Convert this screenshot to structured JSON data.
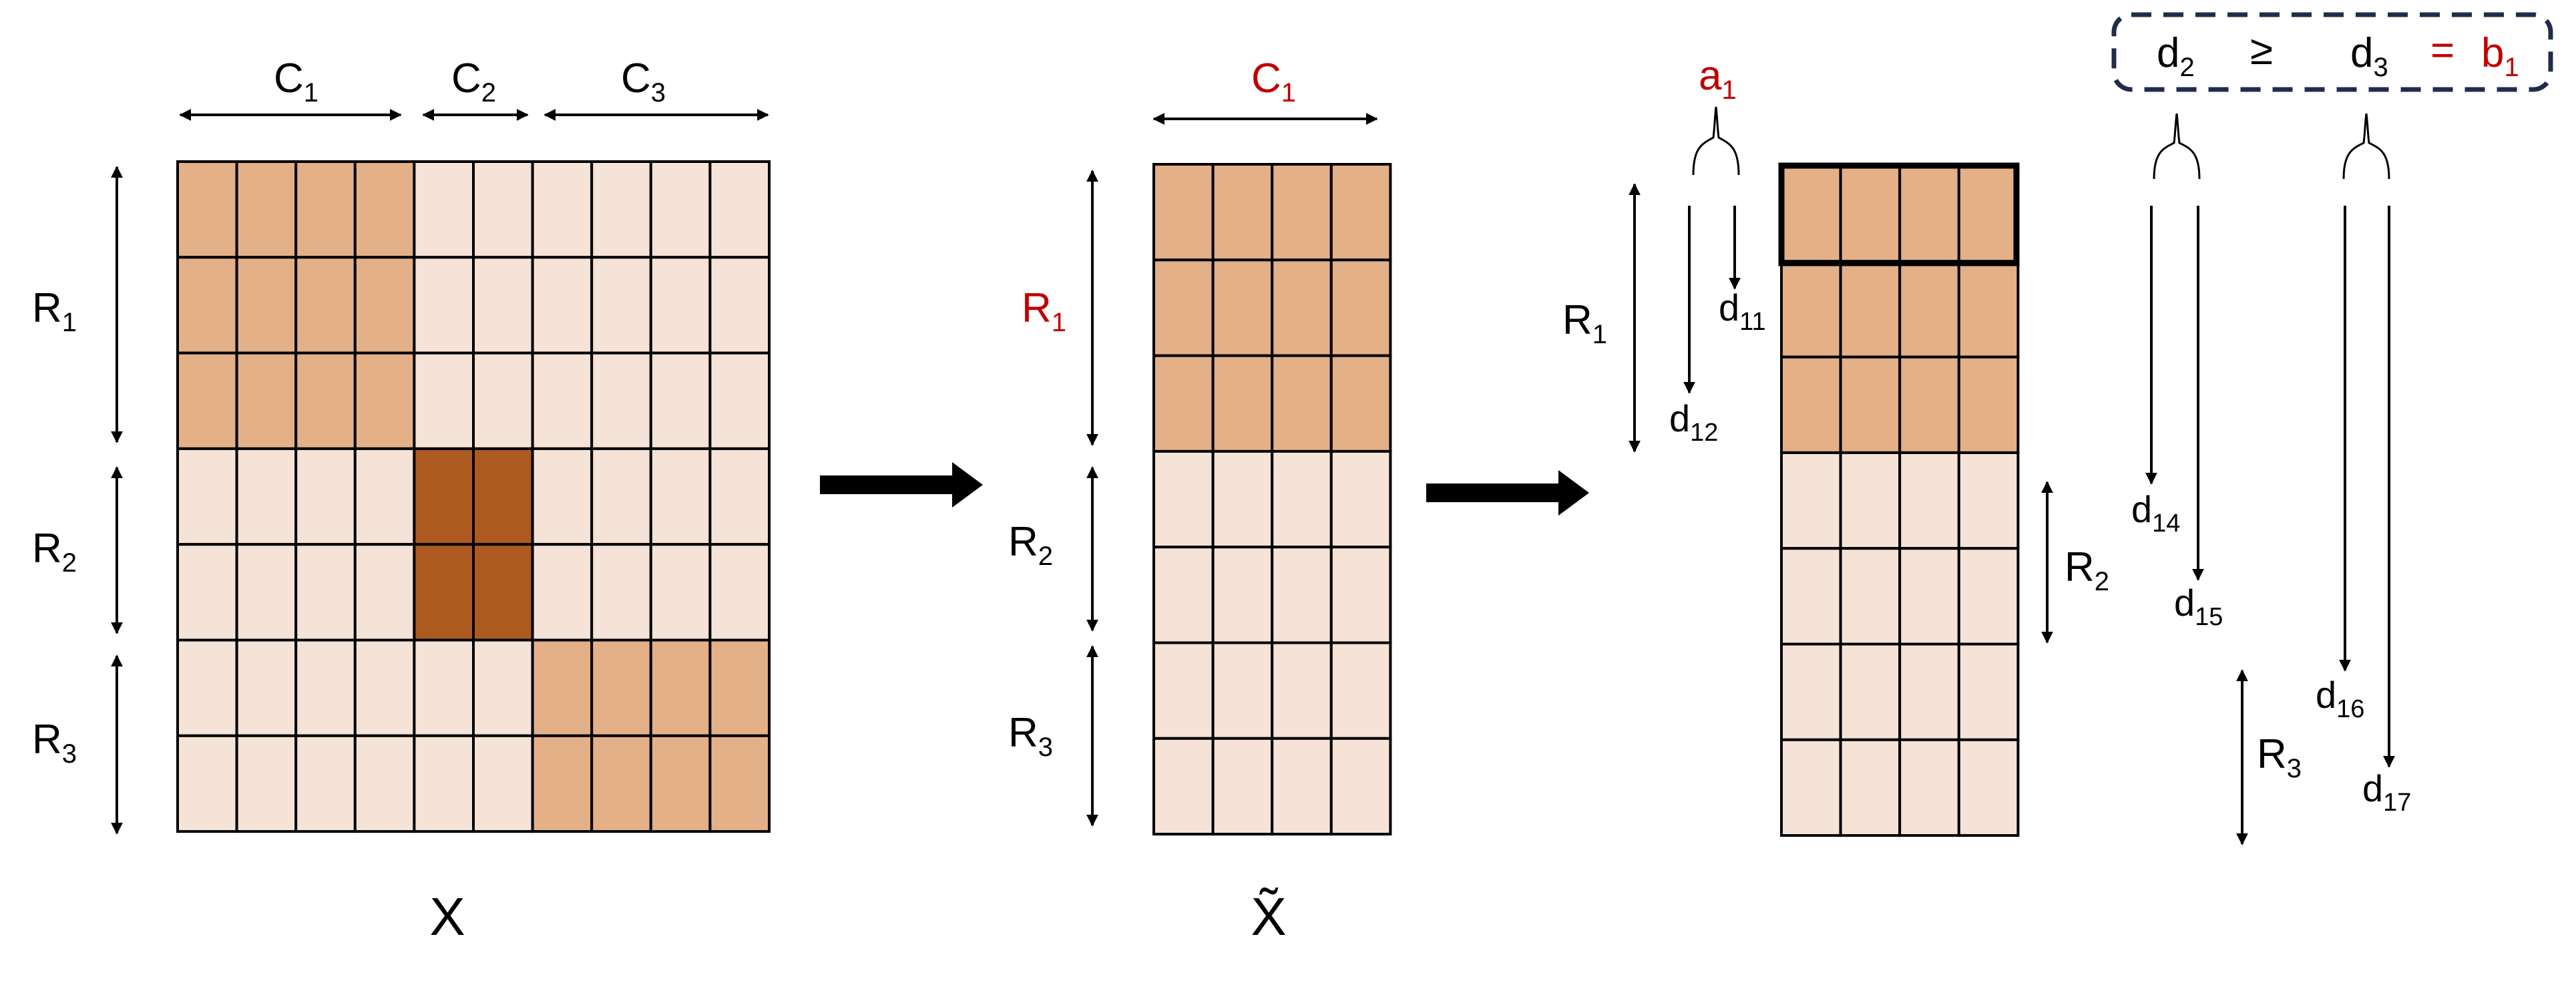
{
  "colors": {
    "light": "#f5e3d7",
    "medium": "#e3b088",
    "dark": "#ad5a21",
    "grid": "#000000",
    "highlight": "#c00000",
    "dashed_box": "#1f2d4a"
  },
  "matrix_x": {
    "label": "X",
    "col_labels": [
      {
        "main": "C",
        "sub": "1"
      },
      {
        "main": "C",
        "sub": "2"
      },
      {
        "main": "C",
        "sub": "3"
      }
    ],
    "row_labels": [
      {
        "main": "R",
        "sub": "1"
      },
      {
        "main": "R",
        "sub": "2"
      },
      {
        "main": "R",
        "sub": "3"
      }
    ],
    "cells": [
      [
        "medium",
        "medium",
        "medium",
        "medium",
        "light",
        "light",
        "light",
        "light",
        "light",
        "light"
      ],
      [
        "medium",
        "medium",
        "medium",
        "medium",
        "light",
        "light",
        "light",
        "light",
        "light",
        "light"
      ],
      [
        "medium",
        "medium",
        "medium",
        "medium",
        "light",
        "light",
        "light",
        "light",
        "light",
        "light"
      ],
      [
        "light",
        "light",
        "light",
        "light",
        "dark",
        "dark",
        "light",
        "light",
        "light",
        "light"
      ],
      [
        "light",
        "light",
        "light",
        "light",
        "dark",
        "dark",
        "light",
        "light",
        "light",
        "light"
      ],
      [
        "light",
        "light",
        "light",
        "light",
        "light",
        "light",
        "medium",
        "medium",
        "medium",
        "medium"
      ],
      [
        "light",
        "light",
        "light",
        "light",
        "light",
        "light",
        "medium",
        "medium",
        "medium",
        "medium"
      ]
    ]
  },
  "matrix_x_tilde": {
    "label": "X̃",
    "col_label": {
      "main": "C",
      "sub": "1"
    },
    "row_labels": [
      {
        "main": "R",
        "sub": "1"
      },
      {
        "main": "R",
        "sub": "2"
      },
      {
        "main": "R",
        "sub": "3"
      }
    ],
    "cells": [
      [
        "medium",
        "medium",
        "medium",
        "medium"
      ],
      [
        "medium",
        "medium",
        "medium",
        "medium"
      ],
      [
        "medium",
        "medium",
        "medium",
        "medium"
      ],
      [
        "light",
        "light",
        "light",
        "light"
      ],
      [
        "light",
        "light",
        "light",
        "light"
      ],
      [
        "light",
        "light",
        "light",
        "light"
      ],
      [
        "light",
        "light",
        "light",
        "light"
      ]
    ]
  },
  "matrix_third": {
    "cells": [
      [
        "medium",
        "medium",
        "medium",
        "medium"
      ],
      [
        "medium",
        "medium",
        "medium",
        "medium"
      ],
      [
        "medium",
        "medium",
        "medium",
        "medium"
      ],
      [
        "light",
        "light",
        "light",
        "light"
      ],
      [
        "light",
        "light",
        "light",
        "light"
      ],
      [
        "light",
        "light",
        "light",
        "light"
      ],
      [
        "light",
        "light",
        "light",
        "light"
      ]
    ],
    "a_label": {
      "main": "a",
      "sub": "1"
    },
    "row_labels": [
      {
        "main": "R",
        "sub": "1"
      },
      {
        "main": "R",
        "sub": "2"
      },
      {
        "main": "R",
        "sub": "3"
      }
    ],
    "distances": [
      {
        "main": "d",
        "sub": "11"
      },
      {
        "main": "d",
        "sub": "12"
      },
      {
        "main": "d",
        "sub": "14"
      },
      {
        "main": "d",
        "sub": "15"
      },
      {
        "main": "d",
        "sub": "16"
      },
      {
        "main": "d",
        "sub": "17"
      }
    ]
  },
  "formula": {
    "d2": {
      "main": "d",
      "sub": "2"
    },
    "geq": "≥",
    "d3": {
      "main": "d",
      "sub": "3"
    },
    "eq": "=",
    "b1": {
      "main": "b",
      "sub": "1"
    }
  }
}
